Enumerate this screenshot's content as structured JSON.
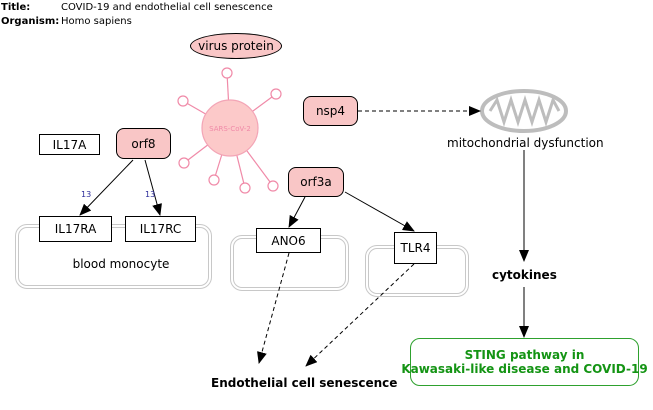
{
  "header": {
    "title_label": "Title:",
    "title_value": "COVID-19 and endothelial cell senescence",
    "organism_label": "Organism:",
    "organism_value": "Homo sapiens"
  },
  "nodes": {
    "virus_protein": "virus protein",
    "sars_cov_2": "SARS-CoV-2",
    "nsp4": "nsp4",
    "mito_dysfunction": "mitochondrial dysfunction",
    "il17a": "IL17A",
    "orf8": "orf8",
    "orf3a": "orf3a",
    "il17ra": "IL17RA",
    "il17rc": "IL17RC",
    "ano6": "ANO6",
    "tlr4": "TLR4",
    "cytokines": "cytokines",
    "blood_monocyte": "blood monocyte",
    "endothelial_senescence": "Endothelial cell senescence",
    "sting_line1": "STING pathway in",
    "sting_line2": "Kawasaki-like disease and COVID-19"
  },
  "edge_labels": {
    "orf8_il17ra": "13",
    "orf8_il17rc": "13"
  },
  "colors": {
    "protein_fill": "#f9c6c6",
    "virus_pink": "#f08aa8",
    "pathway_green": "#149414",
    "cell_border": "#c8c8c8",
    "mito_gray": "#bdbdbd"
  }
}
